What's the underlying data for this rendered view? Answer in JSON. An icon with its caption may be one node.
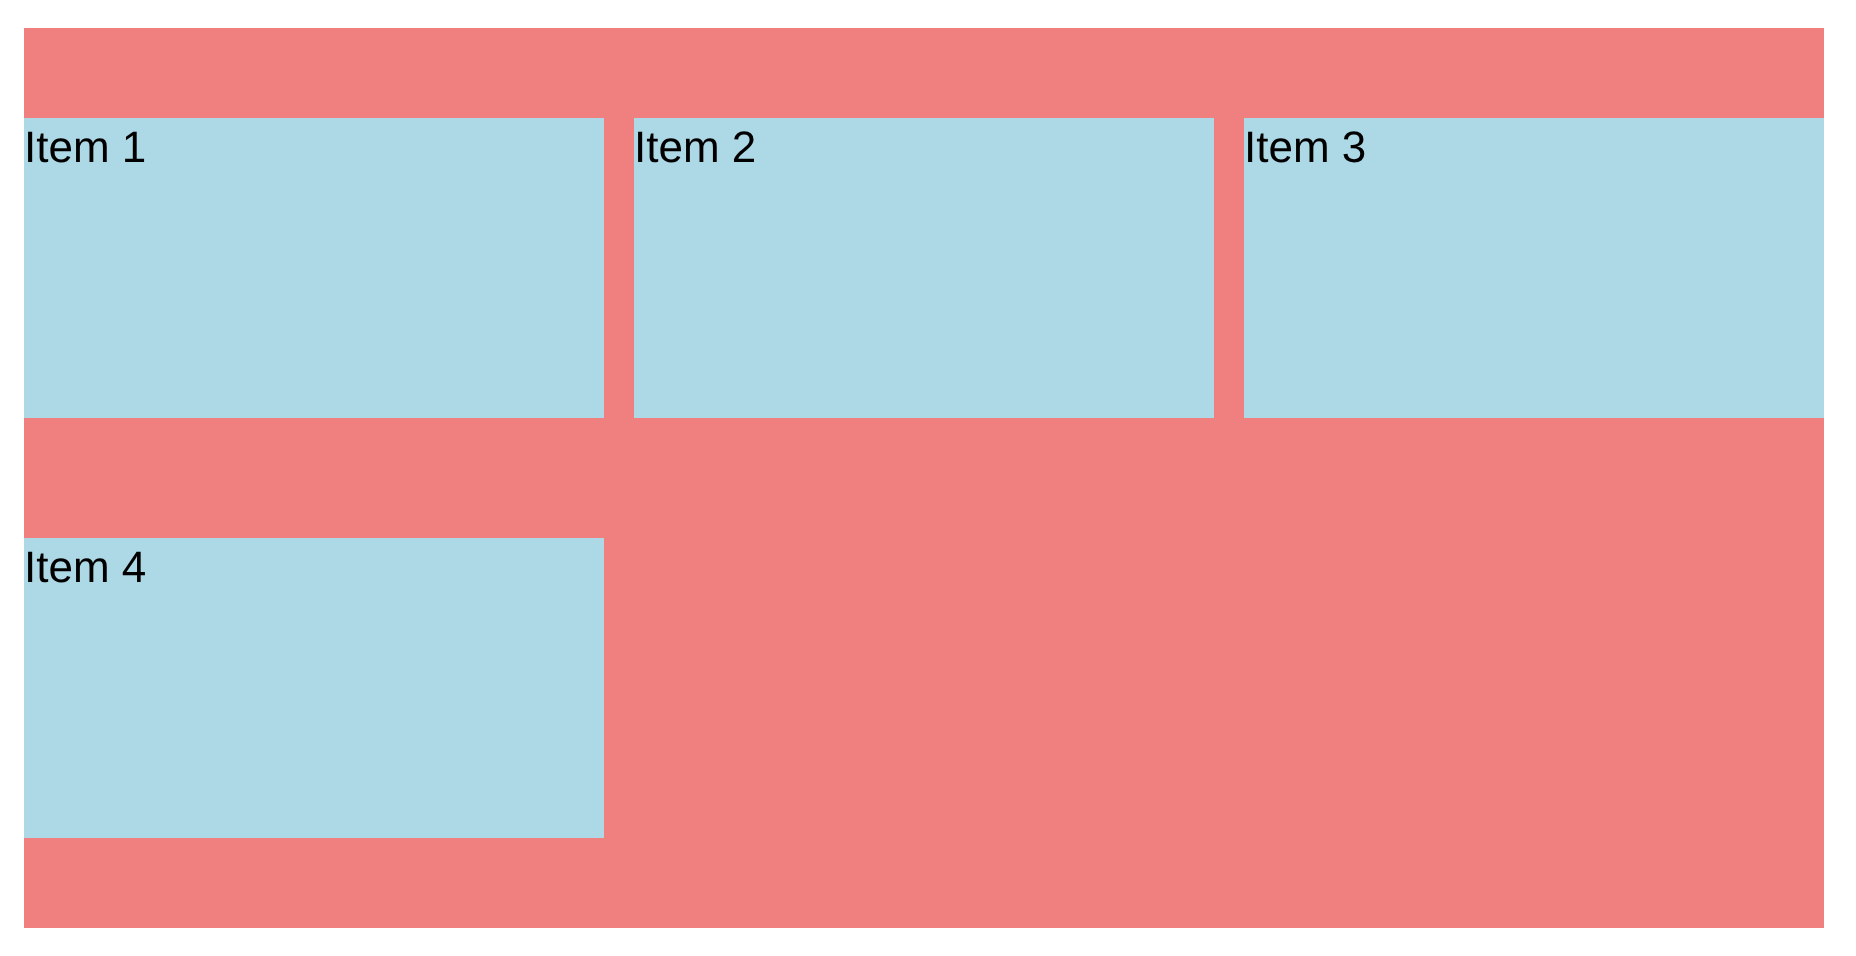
{
  "diagram": {
    "nodes": [
      {
        "text": [],
        "shape": "box"
      },
      {
        "text": [
          "Item 1"
        ],
        "in": 0
      },
      {
        "text": [
          "Item 2"
        ],
        "in": 0
      },
      {
        "text": [
          "Item 3"
        ],
        "in": 0
      },
      {
        "text": [
          "Item 4"
        ],
        "in": 0
      }
    ]
  }
}
